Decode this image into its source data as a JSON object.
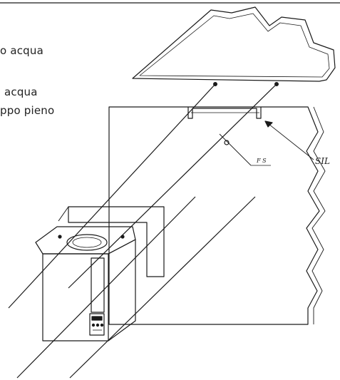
{
  "legend": {
    "line1": "o acqua",
    "line2": "acqua",
    "line3": "ppo pieno"
  },
  "labels": {
    "fs": "F S",
    "sil": "SIL"
  },
  "colors": {
    "ink": "#1a1a1a",
    "paper": "#ffffff"
  }
}
